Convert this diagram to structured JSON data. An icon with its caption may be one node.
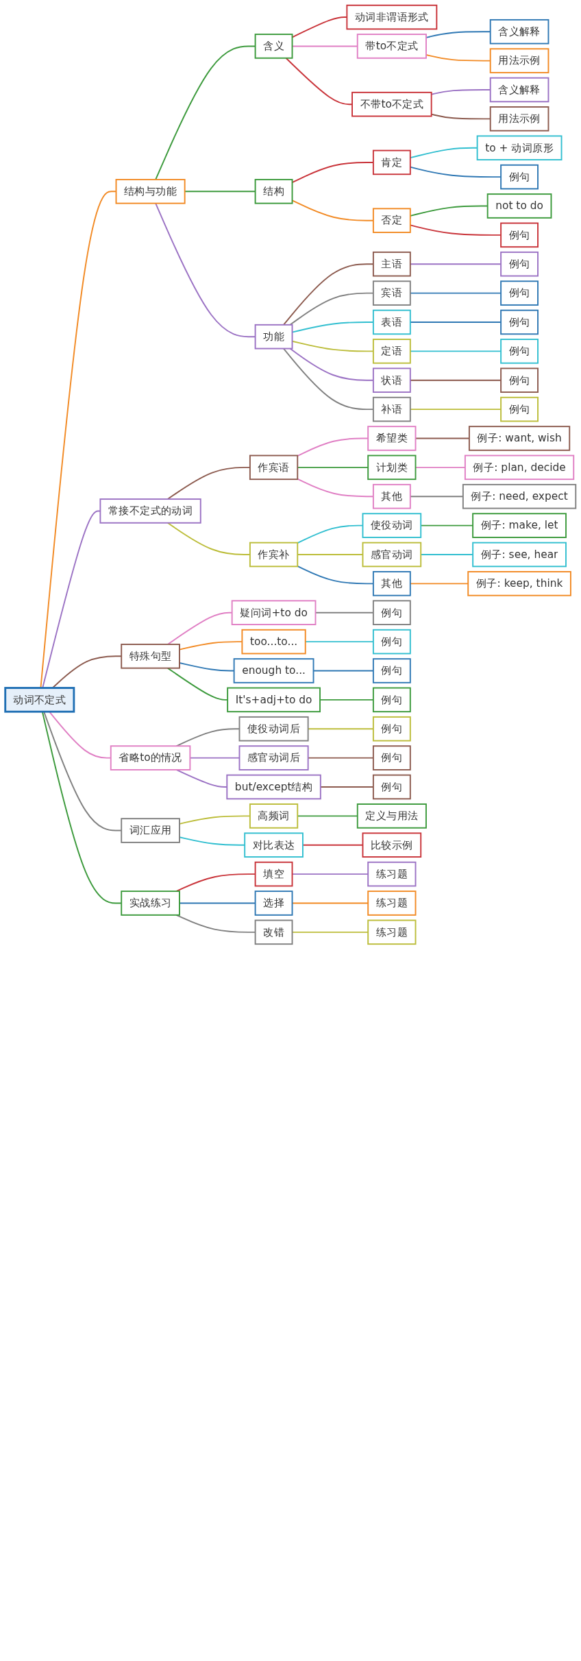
{
  "diagram": {
    "nodes": [
      {
        "text": [
          "动词不定式"
        ]
      },
      {
        "text": [
          "结构与功能"
        ]
      },
      {
        "text": [
          "含义"
        ]
      },
      {
        "text": [
          "动词非谓语形式"
        ]
      },
      {
        "text": [
          "带to不定式"
        ]
      },
      {
        "text": [
          "含义解释"
        ]
      },
      {
        "text": [
          "用法示例"
        ]
      },
      {
        "text": [
          "不带to不定式"
        ]
      },
      {
        "text": [
          "含义解释"
        ]
      },
      {
        "text": [
          "用法示例"
        ]
      },
      {
        "text": [
          "结构"
        ]
      },
      {
        "text": [
          "肯定"
        ]
      },
      {
        "text": [
          "to + 动词原形"
        ]
      },
      {
        "text": [
          "例句"
        ]
      },
      {
        "text": [
          "否定"
        ]
      },
      {
        "text": [
          "not to do"
        ]
      },
      {
        "text": [
          "例句"
        ]
      },
      {
        "text": [
          "功能"
        ]
      },
      {
        "text": [
          "主语"
        ]
      },
      {
        "text": [
          "例句"
        ]
      },
      {
        "text": [
          "宾语"
        ]
      },
      {
        "text": [
          "例句"
        ]
      },
      {
        "text": [
          "表语"
        ]
      },
      {
        "text": [
          "例句"
        ]
      },
      {
        "text": [
          "定语"
        ]
      },
      {
        "text": [
          "例句"
        ]
      },
      {
        "text": [
          "状语"
        ]
      },
      {
        "text": [
          "例句"
        ]
      },
      {
        "text": [
          "补语"
        ]
      },
      {
        "text": [
          "例句"
        ]
      },
      {
        "text": [
          "常接不定式的动词"
        ]
      },
      {
        "text": [
          "作宾语"
        ]
      },
      {
        "text": [
          "希望类"
        ]
      },
      {
        "text": [
          "例子: want, wish"
        ]
      },
      {
        "text": [
          "计划类"
        ]
      },
      {
        "text": [
          "例子: plan, decide"
        ]
      },
      {
        "text": [
          "其他"
        ]
      },
      {
        "text": [
          "例子: need, expect"
        ]
      },
      {
        "text": [
          "作宾补"
        ]
      },
      {
        "text": [
          "使役动词"
        ]
      },
      {
        "text": [
          "例子: make, let"
        ]
      },
      {
        "text": [
          "感官动词"
        ]
      },
      {
        "text": [
          "例子: see, hear"
        ]
      },
      {
        "text": [
          "其他"
        ]
      },
      {
        "text": [
          "例子: keep, think"
        ]
      },
      {
        "text": [
          "特殊句型"
        ]
      },
      {
        "text": [
          "疑问词+to do"
        ]
      },
      {
        "text": [
          "例句"
        ]
      },
      {
        "text": [
          "too...to..."
        ]
      },
      {
        "text": [
          "例句"
        ]
      },
      {
        "text": [
          "enough to..."
        ]
      },
      {
        "text": [
          "例句"
        ]
      },
      {
        "text": [
          "It's+adj+to do"
        ]
      },
      {
        "text": [
          "例句"
        ]
      },
      {
        "text": [
          "省略to的情况"
        ]
      },
      {
        "text": [
          "使役动词后"
        ]
      },
      {
        "text": [
          "例句"
        ]
      },
      {
        "text": [
          "感官动词后"
        ]
      },
      {
        "text": [
          "例句"
        ]
      },
      {
        "text": [
          "but/except结构"
        ]
      },
      {
        "text": [
          "例句"
        ]
      },
      {
        "text": [
          "词汇应用"
        ]
      },
      {
        "text": [
          "高频词"
        ]
      },
      {
        "text": [
          "定义与用法"
        ]
      },
      {
        "text": [
          "对比表达"
        ]
      },
      {
        "text": [
          "比较示例"
        ]
      },
      {
        "text": [
          "实战练习"
        ]
      },
      {
        "text": [
          "填空"
        ]
      },
      {
        "text": [
          "练习题"
        ]
      },
      {
        "text": [
          "选择"
        ]
      },
      {
        "text": [
          "练习题"
        ]
      },
      {
        "text": [
          "改错"
        ]
      },
      {
        "text": [
          "练习题"
        ]
      }
    ],
    "edges": [
      {
        "from": 0,
        "to": 1,
        "arrow": "none",
        "color": "#f28a24"
      },
      {
        "from": 1,
        "to": 2,
        "arrow": "none",
        "color": "#3c9a3c"
      },
      {
        "from": 2,
        "to": 3,
        "arrow": "none",
        "color": "#c9343a"
      },
      {
        "from": 2,
        "to": 4,
        "arrow": "none",
        "color": "#e07fc4"
      },
      {
        "from": 4,
        "to": 5,
        "arrow": "none",
        "color": "#2f78b4"
      },
      {
        "from": 4,
        "to": 6,
        "arrow": "none",
        "color": "#f28a24"
      },
      {
        "from": 2,
        "to": 7,
        "arrow": "none",
        "color": "#c9343a"
      },
      {
        "from": 7,
        "to": 8,
        "arrow": "none",
        "color": "#9b72c4"
      },
      {
        "from": 7,
        "to": 9,
        "arrow": "none",
        "color": "#8c5a4e"
      },
      {
        "from": 1,
        "to": 10,
        "arrow": "none",
        "color": "#3c9a3c"
      },
      {
        "from": 10,
        "to": 11,
        "arrow": "none",
        "color": "#c9343a"
      },
      {
        "from": 11,
        "to": 12,
        "arrow": "none",
        "color": "#32bfd0"
      },
      {
        "from": 11,
        "to": 13,
        "arrow": "none",
        "color": "#2f78b4"
      },
      {
        "from": 10,
        "to": 14,
        "arrow": "none",
        "color": "#f28a24"
      },
      {
        "from": 14,
        "to": 15,
        "arrow": "none",
        "color": "#3c9a3c"
      },
      {
        "from": 14,
        "to": 16,
        "arrow": "none",
        "color": "#c9343a"
      },
      {
        "from": 1,
        "to": 17,
        "arrow": "none",
        "color": "#9b72c4"
      },
      {
        "from": 17,
        "to": 18,
        "arrow": "none",
        "color": "#8c5a4e"
      },
      {
        "from": 18,
        "to": 19,
        "arrow": "none",
        "color": "#9b72c4"
      },
      {
        "from": 17,
        "to": 20,
        "arrow": "none",
        "color": "#808080"
      },
      {
        "from": 20,
        "to": 21,
        "arrow": "none",
        "color": "#2f78b4"
      },
      {
        "from": 17,
        "to": 22,
        "arrow": "none",
        "color": "#32bfd0"
      },
      {
        "from": 22,
        "to": 23,
        "arrow": "none",
        "color": "#2f78b4"
      },
      {
        "from": 17,
        "to": 24,
        "arrow": "none",
        "color": "#bcbd3a"
      },
      {
        "from": 24,
        "to": 25,
        "arrow": "none",
        "color": "#32bfd0"
      },
      {
        "from": 17,
        "to": 26,
        "arrow": "none",
        "color": "#9b72c4"
      },
      {
        "from": 26,
        "to": 27,
        "arrow": "none",
        "color": "#8c5a4e"
      },
      {
        "from": 17,
        "to": 28,
        "arrow": "none",
        "color": "#808080"
      },
      {
        "from": 28,
        "to": 29,
        "arrow": "none",
        "color": "#bcbd3a"
      },
      {
        "from": 0,
        "to": 30,
        "arrow": "none",
        "color": "#9b72c4"
      },
      {
        "from": 30,
        "to": 31,
        "arrow": "none",
        "color": "#8c5a4e"
      },
      {
        "from": 31,
        "to": 32,
        "arrow": "none",
        "color": "#e07fc4"
      },
      {
        "from": 32,
        "to": 33,
        "arrow": "none",
        "color": "#8c5a4e"
      },
      {
        "from": 31,
        "to": 34,
        "arrow": "none",
        "color": "#3c9a3c"
      },
      {
        "from": 34,
        "to": 35,
        "arrow": "none",
        "color": "#e07fc4"
      },
      {
        "from": 31,
        "to": 36,
        "arrow": "none",
        "color": "#e07fc4"
      },
      {
        "from": 36,
        "to": 37,
        "arrow": "none",
        "color": "#808080"
      },
      {
        "from": 30,
        "to": 38,
        "arrow": "none",
        "color": "#bcbd3a"
      },
      {
        "from": 38,
        "to": 39,
        "arrow": "none",
        "color": "#32bfd0"
      },
      {
        "from": 39,
        "to": 40,
        "arrow": "none",
        "color": "#3c9a3c"
      },
      {
        "from": 38,
        "to": 41,
        "arrow": "none",
        "color": "#bcbd3a"
      },
      {
        "from": 41,
        "to": 42,
        "arrow": "none",
        "color": "#32bfd0"
      },
      {
        "from": 38,
        "to": 43,
        "arrow": "none",
        "color": "#2f78b4"
      },
      {
        "from": 43,
        "to": 44,
        "arrow": "none",
        "color": "#f28a24"
      },
      {
        "from": 0,
        "to": 45,
        "arrow": "none",
        "color": "#8c5a4e"
      },
      {
        "from": 45,
        "to": 46,
        "arrow": "none",
        "color": "#e07fc4"
      },
      {
        "from": 46,
        "to": 47,
        "arrow": "none",
        "color": "#808080"
      },
      {
        "from": 45,
        "to": 48,
        "arrow": "none",
        "color": "#f28a24"
      },
      {
        "from": 48,
        "to": 49,
        "arrow": "none",
        "color": "#32bfd0"
      },
      {
        "from": 45,
        "to": 50,
        "arrow": "none",
        "color": "#2f78b4"
      },
      {
        "from": 50,
        "to": 51,
        "arrow": "none",
        "color": "#2f78b4"
      },
      {
        "from": 45,
        "to": 52,
        "arrow": "none",
        "color": "#3c9a3c"
      },
      {
        "from": 52,
        "to": 53,
        "arrow": "none",
        "color": "#3c9a3c"
      },
      {
        "from": 0,
        "to": 54,
        "arrow": "none",
        "color": "#e07fc4"
      },
      {
        "from": 54,
        "to": 55,
        "arrow": "none",
        "color": "#808080"
      },
      {
        "from": 55,
        "to": 56,
        "arrow": "none",
        "color": "#bcbd3a"
      },
      {
        "from": 54,
        "to": 57,
        "arrow": "none",
        "color": "#9b72c4"
      },
      {
        "from": 57,
        "to": 58,
        "arrow": "none",
        "color": "#8c5a4e"
      },
      {
        "from": 54,
        "to": 59,
        "arrow": "none",
        "color": "#9b72c4"
      },
      {
        "from": 59,
        "to": 60,
        "arrow": "none",
        "color": "#8c5a4e"
      },
      {
        "from": 0,
        "to": 61,
        "arrow": "none",
        "color": "#808080"
      },
      {
        "from": 61,
        "to": 62,
        "arrow": "none",
        "color": "#bcbd3a"
      },
      {
        "from": 62,
        "to": 63,
        "arrow": "none",
        "color": "#3c9a3c"
      },
      {
        "from": 61,
        "to": 64,
        "arrow": "none",
        "color": "#32bfd0"
      },
      {
        "from": 64,
        "to": 65,
        "arrow": "none",
        "color": "#c9343a"
      },
      {
        "from": 0,
        "to": 66,
        "arrow": "none",
        "color": "#3c9a3c"
      },
      {
        "from": 66,
        "to": 67,
        "arrow": "none",
        "color": "#c9343a"
      },
      {
        "from": 67,
        "to": 68,
        "arrow": "none",
        "color": "#9b72c4"
      },
      {
        "from": 66,
        "to": 69,
        "arrow": "none",
        "color": "#2f78b4"
      },
      {
        "from": 69,
        "to": 70,
        "arrow": "none",
        "color": "#f28a24"
      },
      {
        "from": 66,
        "to": 71,
        "arrow": "none",
        "color": "#808080"
      },
      {
        "from": 71,
        "to": 72,
        "arrow": "none",
        "color": "#bcbd3a"
      }
    ]
  }
}
